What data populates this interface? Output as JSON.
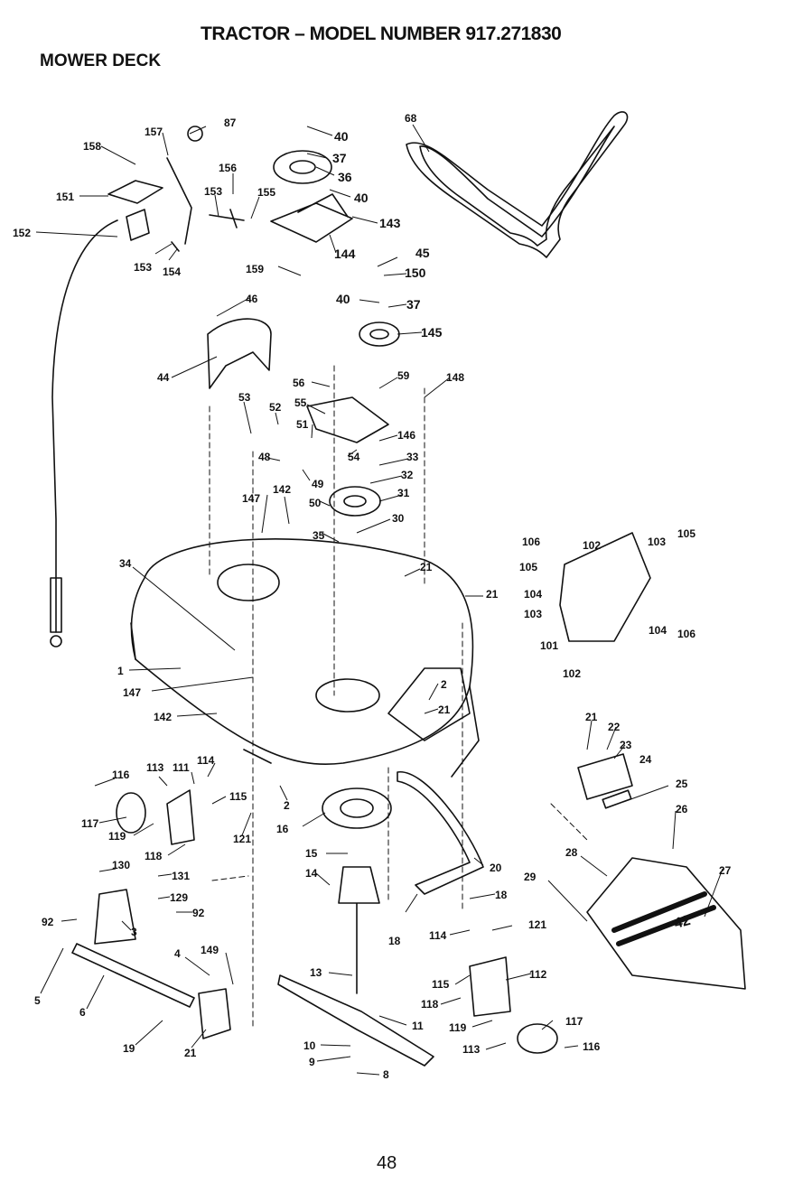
{
  "header": {
    "title": "TRACTOR – MODEL NUMBER 917.271830",
    "section": "MOWER DECK"
  },
  "footer": {
    "page_number": "48"
  },
  "part_labels": {
    "p158": "158",
    "p157": "157",
    "p87": "87",
    "p151": "151",
    "p152": "152",
    "p156": "156",
    "p153a": "153",
    "p155": "155",
    "p153b": "153",
    "p154": "154",
    "p40a": "40",
    "p37a": "37",
    "p36": "36",
    "p40b": "40",
    "p143": "143",
    "p68": "68",
    "p144": "144",
    "p159": "159",
    "p45": "45",
    "p150": "150",
    "p46": "46",
    "p40c": "40",
    "p37b": "37",
    "p145": "145",
    "p44": "44",
    "p56": "56",
    "p59": "59",
    "p148": "148",
    "p53": "53",
    "p52": "52",
    "p55": "55",
    "p51": "51",
    "p146": "146",
    "p48": "48",
    "p54": "54",
    "p33": "33",
    "p32": "32",
    "p49": "49",
    "p142a": "142",
    "p147a": "147",
    "p50": "50",
    "p31": "31",
    "p30": "30",
    "p35": "35",
    "p34": "34",
    "p21a": "21",
    "p21b": "21",
    "p106a": "106",
    "p102a": "102",
    "p103a": "103",
    "p105a": "105",
    "p105b": "105",
    "p104a": "104",
    "p103b": "103",
    "p104b": "104",
    "p106b": "106",
    "p101": "101",
    "p102b": "102",
    "p1": "1",
    "p147b": "147",
    "p2a": "2",
    "p21c": "21",
    "p142b": "142",
    "p21d": "21",
    "p22": "22",
    "p23": "23",
    "p24": "24",
    "p116a": "116",
    "p113a": "113",
    "p111": "111",
    "p114a": "114",
    "p115a": "115",
    "p117a": "117",
    "p119a": "119",
    "p2b": "2",
    "p16": "16",
    "p121a": "121",
    "p25": "25",
    "p26": "26",
    "p118a": "118",
    "p130": "130",
    "p131": "131",
    "p15": "15",
    "p14": "14",
    "p20": "20",
    "p28": "28",
    "p29": "29",
    "p27": "27",
    "p129": "129",
    "p92a": "92",
    "p92b": "92",
    "p3": "3",
    "p18a": "18",
    "p18b": "18",
    "p114b": "114",
    "p121b": "121",
    "p4": "4",
    "p149": "149",
    "p13": "13",
    "p5": "5",
    "p6": "6",
    "p115b": "115",
    "p112": "112",
    "p118b": "118",
    "p11": "11",
    "p119b": "119",
    "p117b": "117",
    "p19": "19",
    "p21e": "21",
    "p10": "10",
    "p9": "9",
    "p113b": "113",
    "p116b": "116",
    "p8": "8"
  },
  "decal_text": "42"
}
